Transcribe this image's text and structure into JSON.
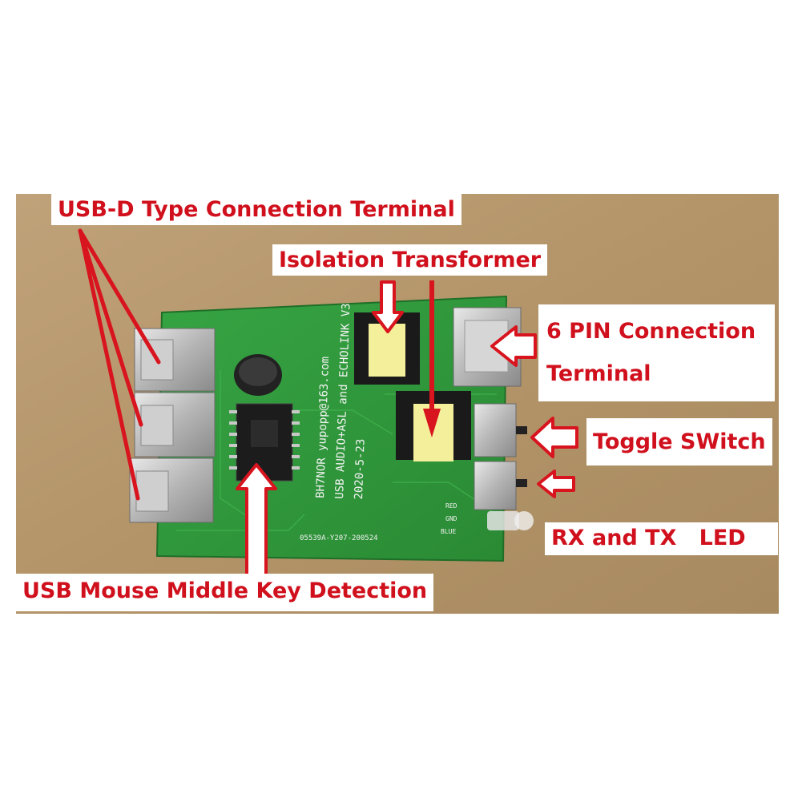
{
  "labels": {
    "usb_d": "USB-D Type Connection Terminal",
    "isolation": "Isolation Transformer",
    "six_pin": "6 PIN Connection Terminal",
    "toggle": "Toggle SWitch",
    "rx_tx": "RX and TX   LED",
    "mouse": "USB Mouse Middle Key Detection"
  },
  "pcb": {
    "line1": "BH7NOR yupopp@163.com",
    "line2": "USB AUDIO+ASL and ECHOLINK V3",
    "line3": "2020-5-23",
    "part_no": "05539A-Y207-200524",
    "led_red": "RED",
    "led_gnd": "GND",
    "led_blue": "BLUE"
  },
  "colors": {
    "label_text": "#d0101c",
    "arrow": "#d8141e",
    "pcb_green": "#2f9a3a",
    "background": "#b8996f"
  }
}
